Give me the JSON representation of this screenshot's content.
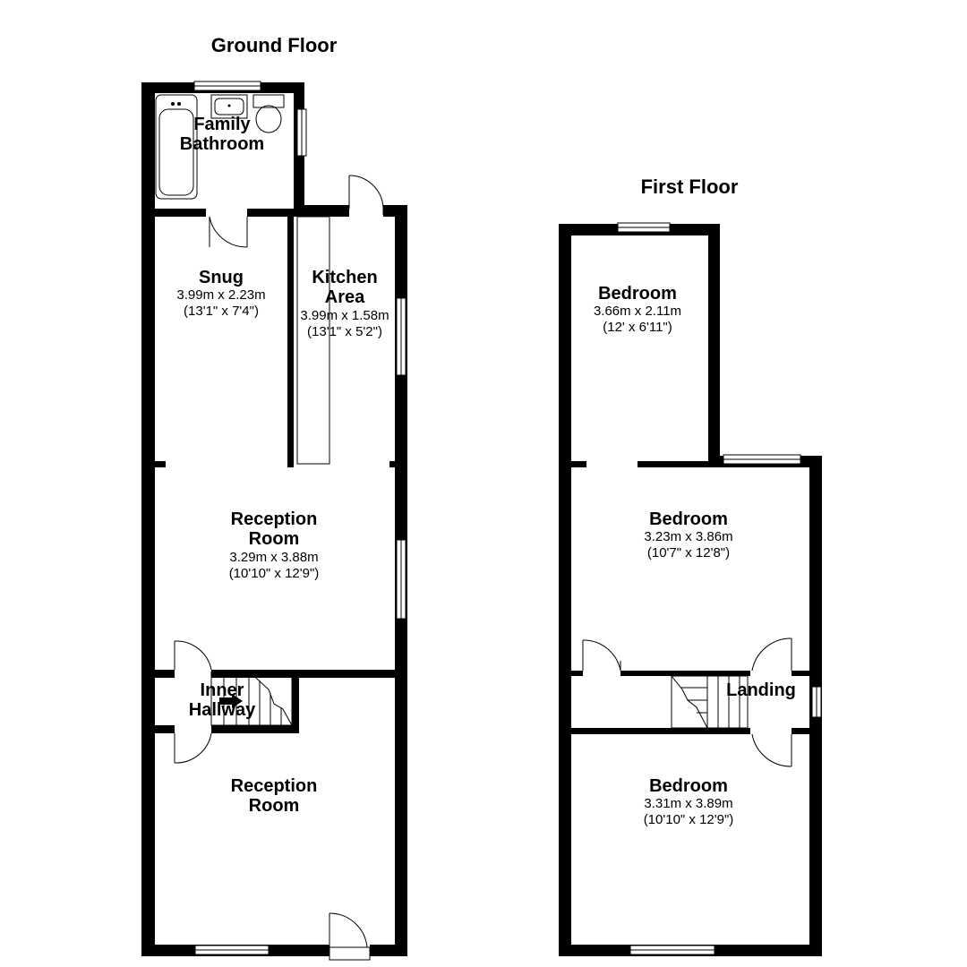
{
  "floors": {
    "ground": {
      "title": "Ground Floor",
      "rooms": {
        "bathroom": {
          "name_line1": "Family",
          "name_line2": "Bathroom"
        },
        "snug": {
          "name": "Snug",
          "dim_metric": "3.99m x 2.23m",
          "dim_imperial": "(13'1\" x 7'4\")"
        },
        "kitchen": {
          "name_line1": "Kitchen",
          "name_line2": "Area",
          "dim_metric": "3.99m x 1.58m",
          "dim_imperial": "(13'1\" x 5'2\")"
        },
        "reception_rear": {
          "name_line1": "Reception",
          "name_line2": "Room",
          "dim_metric": "3.29m x 3.88m",
          "dim_imperial": "(10'10\" x 12'9\")"
        },
        "inner_hallway": {
          "name_line1": "Inner",
          "name_line2": "Hallway"
        },
        "reception_front": {
          "name_line1": "Reception",
          "name_line2": "Room"
        }
      }
    },
    "first": {
      "title": "First Floor",
      "rooms": {
        "bedroom_rear": {
          "name": "Bedroom",
          "dim_metric": "3.66m x 2.11m",
          "dim_imperial": "(12' x 6'11\")"
        },
        "bedroom_middle": {
          "name": "Bedroom",
          "dim_metric": "3.23m x 3.86m",
          "dim_imperial": "(10'7\" x 12'8\")"
        },
        "landing": {
          "name": "Landing"
        },
        "bedroom_front": {
          "name": "Bedroom",
          "dim_metric": "3.31m x 3.89m",
          "dim_imperial": "(10'10\" x 12'9\")"
        }
      }
    }
  },
  "colors": {
    "wall": "#000000",
    "background": "#ffffff"
  }
}
